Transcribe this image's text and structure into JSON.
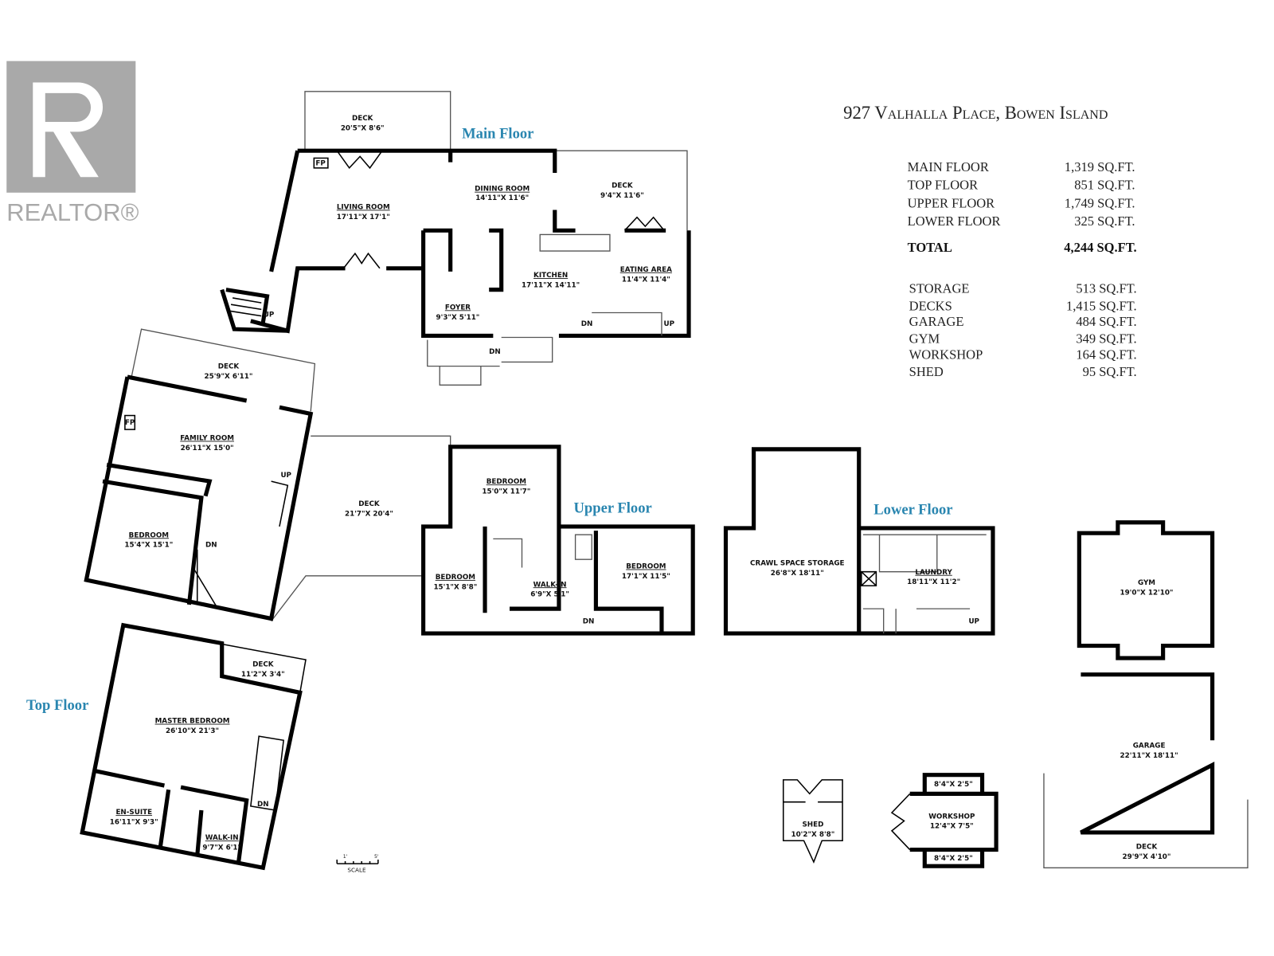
{
  "brand": {
    "logo_text": "REALTOR®",
    "logo_color": "#a9a9a9"
  },
  "title": "927 Valhalla Place, Bowen Island",
  "floor_labels": {
    "main": "Main Floor",
    "upper": "Upper Floor",
    "lower": "Lower Floor",
    "top": "Top Floor"
  },
  "floor_label_color": "#2a86b0",
  "area_summary": [
    {
      "label": "MAIN FLOOR",
      "value": "1,319 SQ.FT."
    },
    {
      "label": "TOP FLOOR",
      "value": "851 SQ.FT."
    },
    {
      "label": "UPPER FLOOR",
      "value": "1,749 SQ.FT."
    },
    {
      "label": "LOWER FLOOR",
      "value": "325 SQ.FT."
    }
  ],
  "total": {
    "label": "TOTAL",
    "value": "4,244 SQ.FT."
  },
  "other_areas": [
    {
      "label": "STORAGE",
      "value": "513 SQ.FT."
    },
    {
      "label": "DECKS",
      "value": "1,415 SQ.FT."
    },
    {
      "label": "GARAGE",
      "value": "484 SQ.FT."
    },
    {
      "label": "GYM",
      "value": "349 SQ.FT."
    },
    {
      "label": "WORKSHOP",
      "value": "164 SQ.FT."
    },
    {
      "label": "SHED",
      "value": "95 SQ.FT."
    }
  ],
  "rooms": {
    "main_deck_top": {
      "name": "DECK",
      "dims": "20'5\"X 8'6\""
    },
    "living_room": {
      "name": "LIVING ROOM",
      "dims": "17'11\"X 17'1\""
    },
    "dining_room": {
      "name": "DINING ROOM",
      "dims": "14'11\"X 11'6\""
    },
    "main_deck_right": {
      "name": "DECK",
      "dims": "9'4\"X 11'6\""
    },
    "kitchen": {
      "name": "KITCHEN",
      "dims": "17'11\"X 14'11\""
    },
    "eating_area": {
      "name": "EATING AREA",
      "dims": "11'4\"X 11'4\""
    },
    "foyer": {
      "name": "FOYER",
      "dims": "9'3\"X 5'11\""
    },
    "upper_deck_top": {
      "name": "DECK",
      "dims": "25'9\"X 6'11\""
    },
    "family_room": {
      "name": "FAMILY ROOM",
      "dims": "26'11\"X 15'0\""
    },
    "upper_bedroom_left": {
      "name": "BEDROOM",
      "dims": "15'4\"X 15'1\""
    },
    "upper_deck_big": {
      "name": "DECK",
      "dims": "21'7\"X 20'4\""
    },
    "upper_bedroom_top": {
      "name": "BEDROOM",
      "dims": "15'0\"X 11'7\""
    },
    "upper_bedroom_mid": {
      "name": "BEDROOM",
      "dims": "15'1\"X 8'8\""
    },
    "upper_walkin": {
      "name": "WALK-IN",
      "dims": "6'9\"X 5'1\""
    },
    "upper_bedroom_right": {
      "name": "BEDROOM",
      "dims": "17'1\"X 11'5\""
    },
    "crawl_space": {
      "name": "CRAWL SPACE STORAGE",
      "dims": "26'8\"X 18'11\""
    },
    "laundry": {
      "name": "LAUNDRY",
      "dims": "18'11\"X 11'2\""
    },
    "gym": {
      "name": "GYM",
      "dims": "19'0\"X 12'10\""
    },
    "garage": {
      "name": "GARAGE",
      "dims": "22'11\"X 18'11\""
    },
    "garage_deck": {
      "name": "DECK",
      "dims": "29'9\"X 4'10\""
    },
    "shed": {
      "name": "SHED",
      "dims": "10'2\"X 8'8\""
    },
    "workshop": {
      "name": "WORKSHOP",
      "dims": "12'4\"X 7'5\""
    },
    "workshop_top": {
      "dims": "8'4\"X 2'5\""
    },
    "workshop_bottom": {
      "dims": "8'4\"X 2'5\""
    },
    "top_deck": {
      "name": "DECK",
      "dims": "11'2\"X 3'4\""
    },
    "master_bedroom": {
      "name": "MASTER BEDROOM",
      "dims": "26'10\"X 21'3\""
    },
    "ensuite": {
      "name": "EN-SUITE",
      "dims": "16'11\"X 9'3\""
    },
    "top_walkin": {
      "name": "WALK-IN",
      "dims": "9'7\"X 6'1\""
    }
  },
  "markers": {
    "fp": "FP",
    "up": "UP",
    "dn": "DN"
  },
  "scale": {
    "label": "SCALE",
    "ticks": [
      "1'",
      "5'"
    ]
  }
}
